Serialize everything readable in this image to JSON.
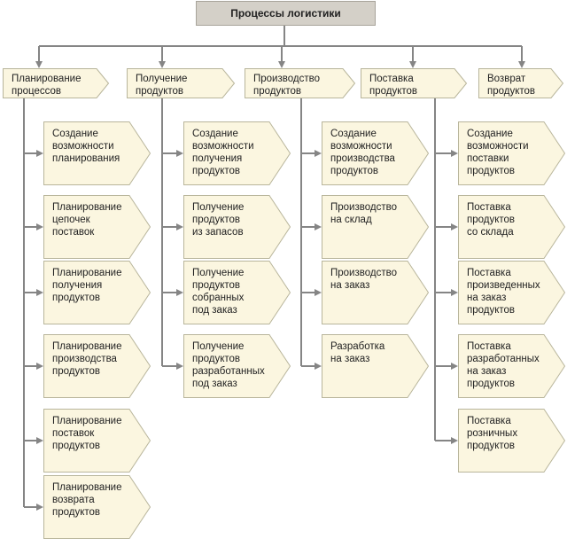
{
  "title": "Процессы логистики",
  "colors": {
    "fill": "#fbf6e0",
    "stroke": "#b8b59b",
    "line": "#858585",
    "root_fill": "#d4d0c8"
  },
  "columns": [
    {
      "label": "Планирование\nпроцессов",
      "items": [
        "Создание\nвозможности\nпланирования",
        "Планирование\nцепочек\nпоставок",
        "Планирование\nполучения\nпродуктов",
        "Планирование\nпроизводства\nпродуктов",
        "Планирование\nпоставок\nпродуктов",
        "Планирование\nвозврата\nпродуктов"
      ]
    },
    {
      "label": "Получение\nпродуктов",
      "items": [
        "Создание\nвозможности\nполучения\nпродуктов",
        "Получение\nпродуктов\nиз запасов",
        "Получение\nпродуктов\nсобранных\nпод заказ",
        "Получение\nпродуктов\nразработанных\nпод заказ"
      ]
    },
    {
      "label": "Производство\nпродуктов",
      "items": [
        "Создание\nвозможности\nпроизводства\nпродуктов",
        "Производство\nна склад",
        "Производство\nна заказ",
        "Разработка\nна заказ"
      ]
    },
    {
      "label": "Поставка\nпродуктов",
      "items": [
        "Создание\nвозможности\nпоставки\nпродуктов",
        "Поставка\nпродуктов\nсо склада",
        "Поставка\nпроизведенных\nна заказ\nпродуктов",
        "Поставка\nразработанных\nна заказ\nпродуктов",
        "Поставка\nрозничных\nпродуктов"
      ]
    },
    {
      "label": "Возврат\nпродуктов",
      "items": []
    }
  ]
}
